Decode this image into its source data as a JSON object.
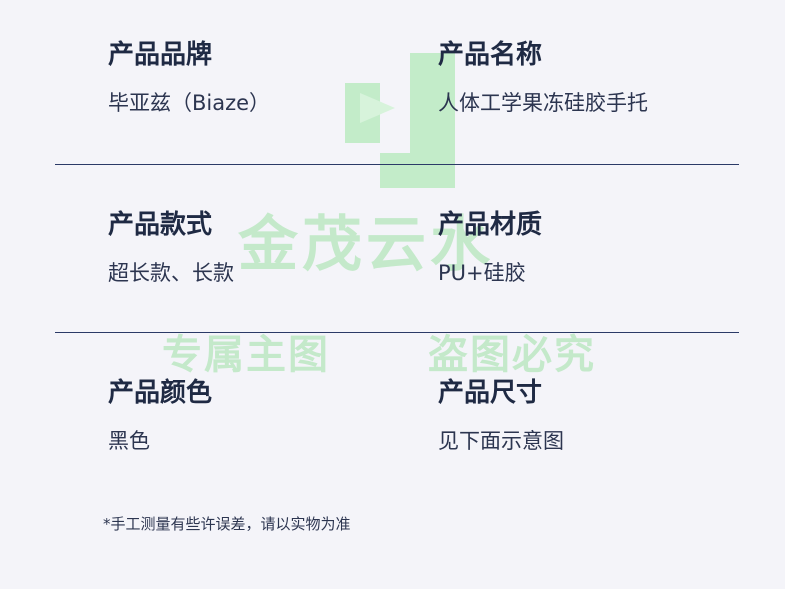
{
  "watermark": {
    "brand": "金茂云水",
    "line1": "专属主图",
    "line2": "盗图必究",
    "color": "#bfe8c6"
  },
  "fields": [
    {
      "label": "产品品牌",
      "value": "毕亚兹（Biaze）"
    },
    {
      "label": "产品名称",
      "value": "人体工学果冻硅胶手托"
    },
    {
      "label": "产品款式",
      "value": "超长款、长款"
    },
    {
      "label": "产品材质",
      "value": "PU+硅胶"
    },
    {
      "label": "产品颜色",
      "value": "黑色"
    },
    {
      "label": "产品尺寸",
      "value": "见下面示意图"
    }
  ],
  "note": "*手工测量有些许误差，请以实物为准",
  "colors": {
    "background": "#f4f4f9",
    "text": "#1f2a44",
    "divider": "#2b3a67"
  }
}
